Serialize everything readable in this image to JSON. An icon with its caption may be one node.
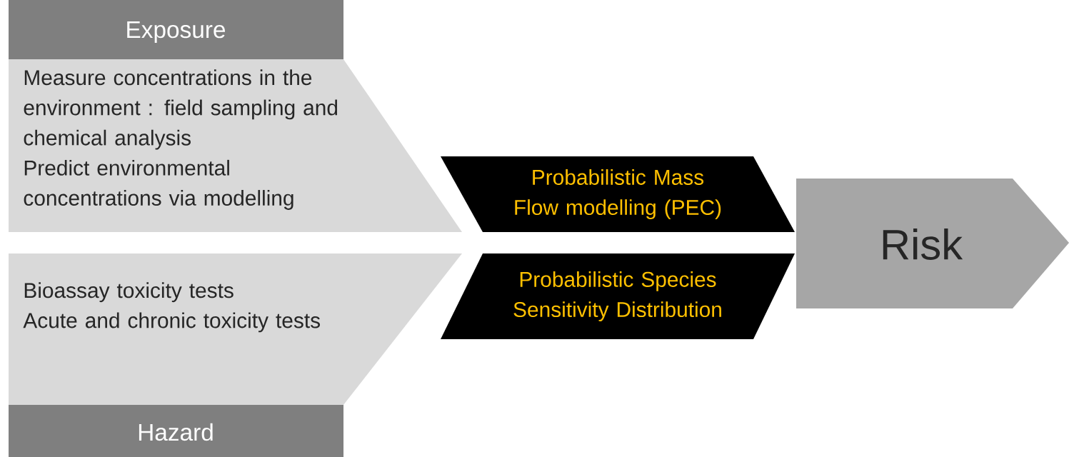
{
  "diagram": {
    "nodes": [
      {
        "text": [
          "Exposure"
        ]
      },
      {
        "text": [
          "Measure concentrations in the environment : field sampling and chemical analysis",
          "Predict environmental concentrations via modelling"
        ]
      },
      {
        "text": [
          "Bioassay toxicity tests",
          "Acute and chronic toxicity tests"
        ]
      },
      {
        "text": [
          "Hazard"
        ]
      },
      {
        "text": [
          "Probabilistic Mass Flow modelling (PEC)"
        ]
      },
      {
        "text": [
          "Probabilistic Species Sensitivity Distribution"
        ]
      },
      {
        "text": [
          "Risk"
        ]
      }
    ]
  }
}
